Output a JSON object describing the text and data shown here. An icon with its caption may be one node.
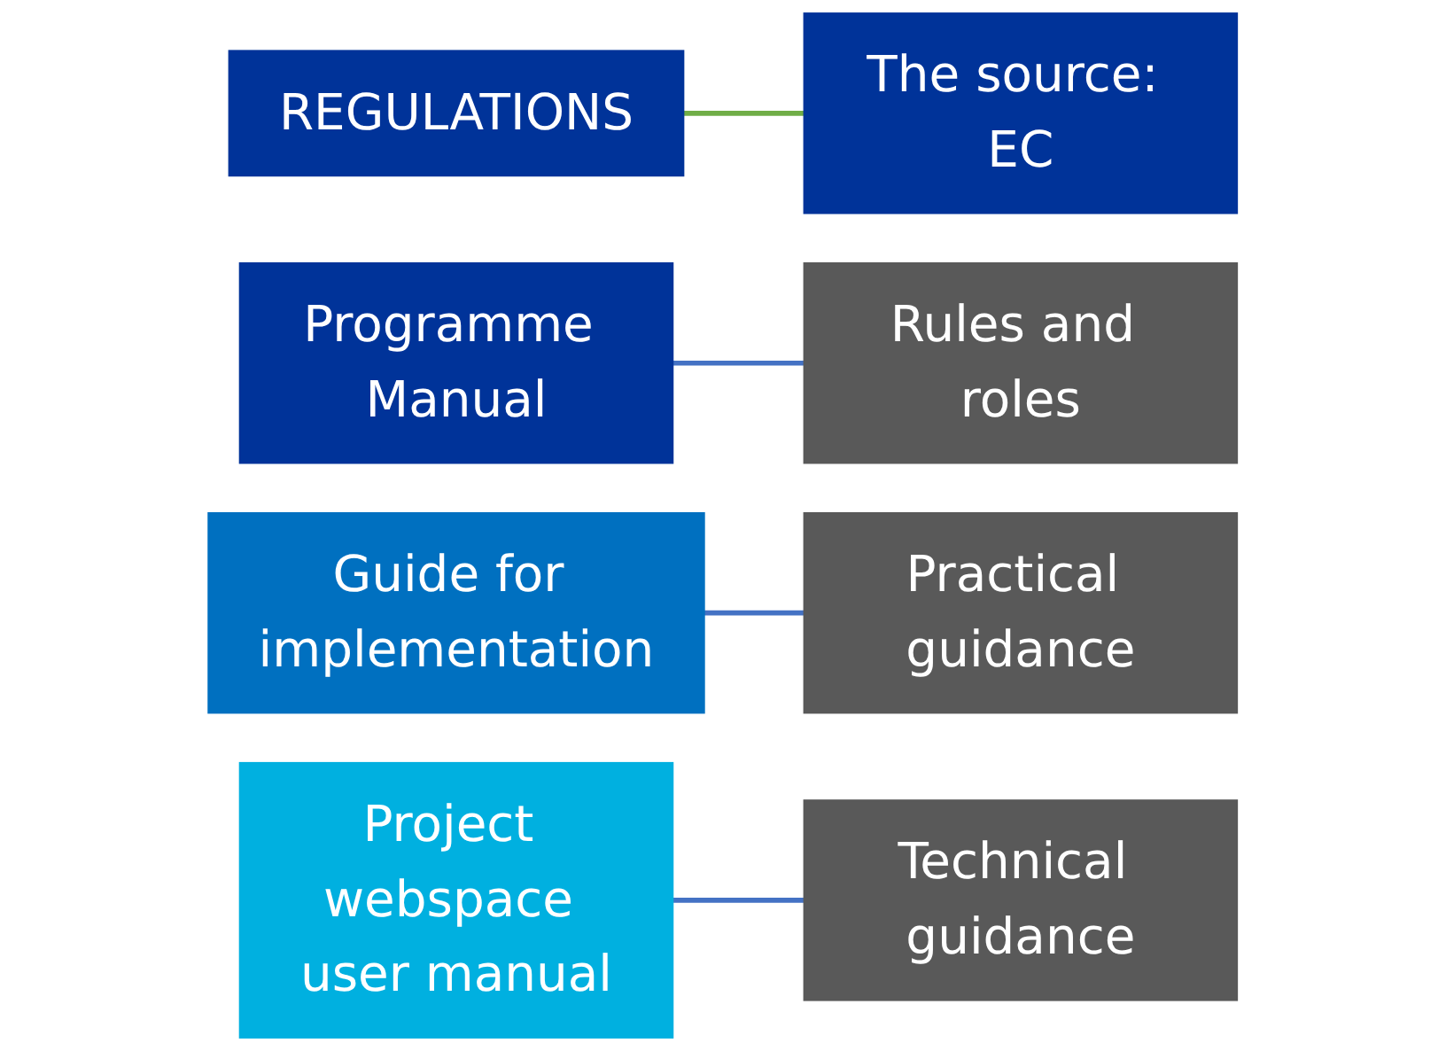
{
  "diagram": {
    "nodes": [
      {
        "text": [
          "REGULATIONS"
        ]
      },
      {
        "text": [
          "The source: EC"
        ]
      },
      {
        "text": [
          "Programme Manual"
        ]
      },
      {
        "text": [
          "Rules and roles"
        ]
      },
      {
        "text": [
          "Guide for implementation"
        ]
      },
      {
        "text": [
          "Practical guidance"
        ]
      },
      {
        "text": [
          "Project webspace user manual"
        ]
      },
      {
        "text": [
          "Technical guidance"
        ]
      }
    ],
    "edges": [
      {
        "from": 0,
        "to": 1,
        "arrow": "none",
        "color": "#70ad47"
      },
      {
        "from": 2,
        "to": 3,
        "arrow": "none"
      },
      {
        "from": 4,
        "to": 5,
        "arrow": "none"
      },
      {
        "from": 6,
        "to": 7,
        "arrow": "none"
      }
    ]
  }
}
